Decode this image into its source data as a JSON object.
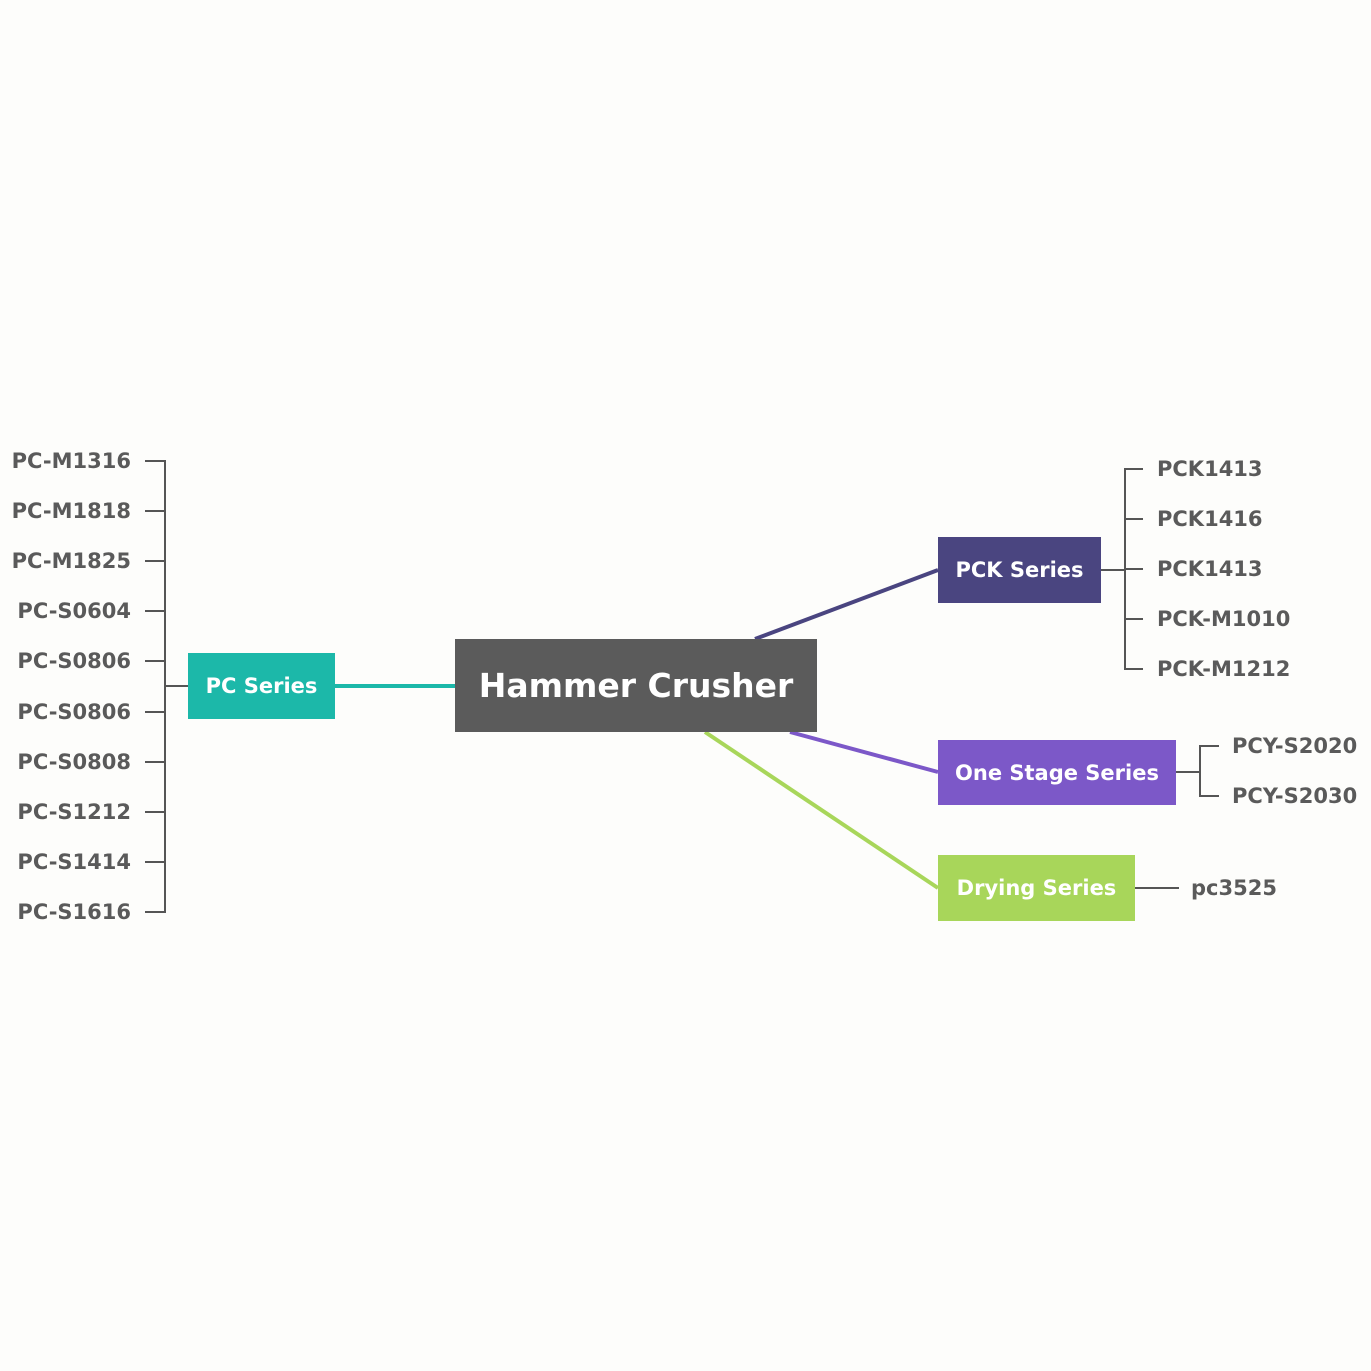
{
  "central": {
    "label": "Hammer Crusher",
    "color": "#5b5b5b"
  },
  "connector_color": "#555555",
  "leaf_text_color": "#5a5a5a",
  "branches": [
    {
      "id": "pc",
      "label": "PC Series",
      "color": "#1cb8a9",
      "children": [
        "PC-M1316",
        "PC-M1818",
        "PC-M1825",
        "PC-S0604",
        "PC-S0806",
        "PC-S0806",
        "PC-S0808",
        "PC-S1212",
        "PC-S1414",
        "PC-S1616"
      ]
    },
    {
      "id": "pck",
      "label": "PCK Series",
      "color": "#4a4580",
      "children": [
        "PCK1413",
        "PCK1416",
        "PCK1413",
        "PCK-M1010",
        "PCK-M1212"
      ]
    },
    {
      "id": "one",
      "label": "One Stage Series",
      "color": "#7c58c8",
      "children": [
        "PCY-S2020",
        "PCY-S2030"
      ]
    },
    {
      "id": "dry",
      "label": "Drying Series",
      "color": "#a8d65a",
      "children": [
        "pc3525"
      ]
    }
  ]
}
